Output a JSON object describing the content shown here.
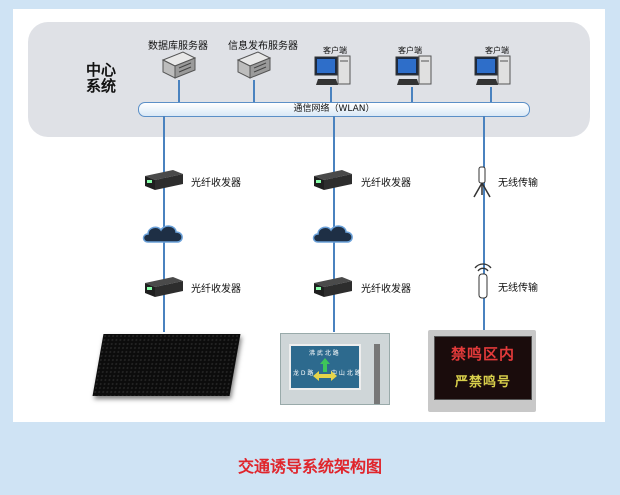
{
  "center": {
    "label": "中心系统"
  },
  "servers": [
    {
      "label": "数据库服务器",
      "icon": "server-icon"
    },
    {
      "label": "信息发布服务器",
      "icon": "server-icon"
    }
  ],
  "clients": [
    {
      "label": "客户端",
      "icon": "monitor-icon"
    },
    {
      "label": "客户端",
      "icon": "monitor-icon"
    },
    {
      "label": "客户端",
      "icon": "monitor-icon"
    }
  ],
  "network": {
    "label": "通信网络（WLAN）"
  },
  "branches": [
    {
      "top_device": "光纤收发器",
      "link": "cloud-icon",
      "bottom_device": "光纤收发器",
      "terminal": "led-wall"
    },
    {
      "top_device": "光纤收发器",
      "link": "cloud-icon",
      "bottom_device": "光纤收发器",
      "terminal": "guide-sign"
    },
    {
      "top_device": "无线传输",
      "bottom_device": "无线传输",
      "terminal": "led-sign"
    }
  ],
  "guide_sign": {
    "top": "沸 武 北 路",
    "left": "龙 D 路",
    "right": "中 山 北 路"
  },
  "led_sign": {
    "line1": "禁鸣区内",
    "line2": "严禁鸣号"
  },
  "caption": "交通诱导系统架构图",
  "colors": {
    "background": "#cfe3f4",
    "caption": "#e0252c",
    "bus_border": "#5b8fc7",
    "led_red": "#e23a3a",
    "led_yellow": "#d8cf4b"
  }
}
